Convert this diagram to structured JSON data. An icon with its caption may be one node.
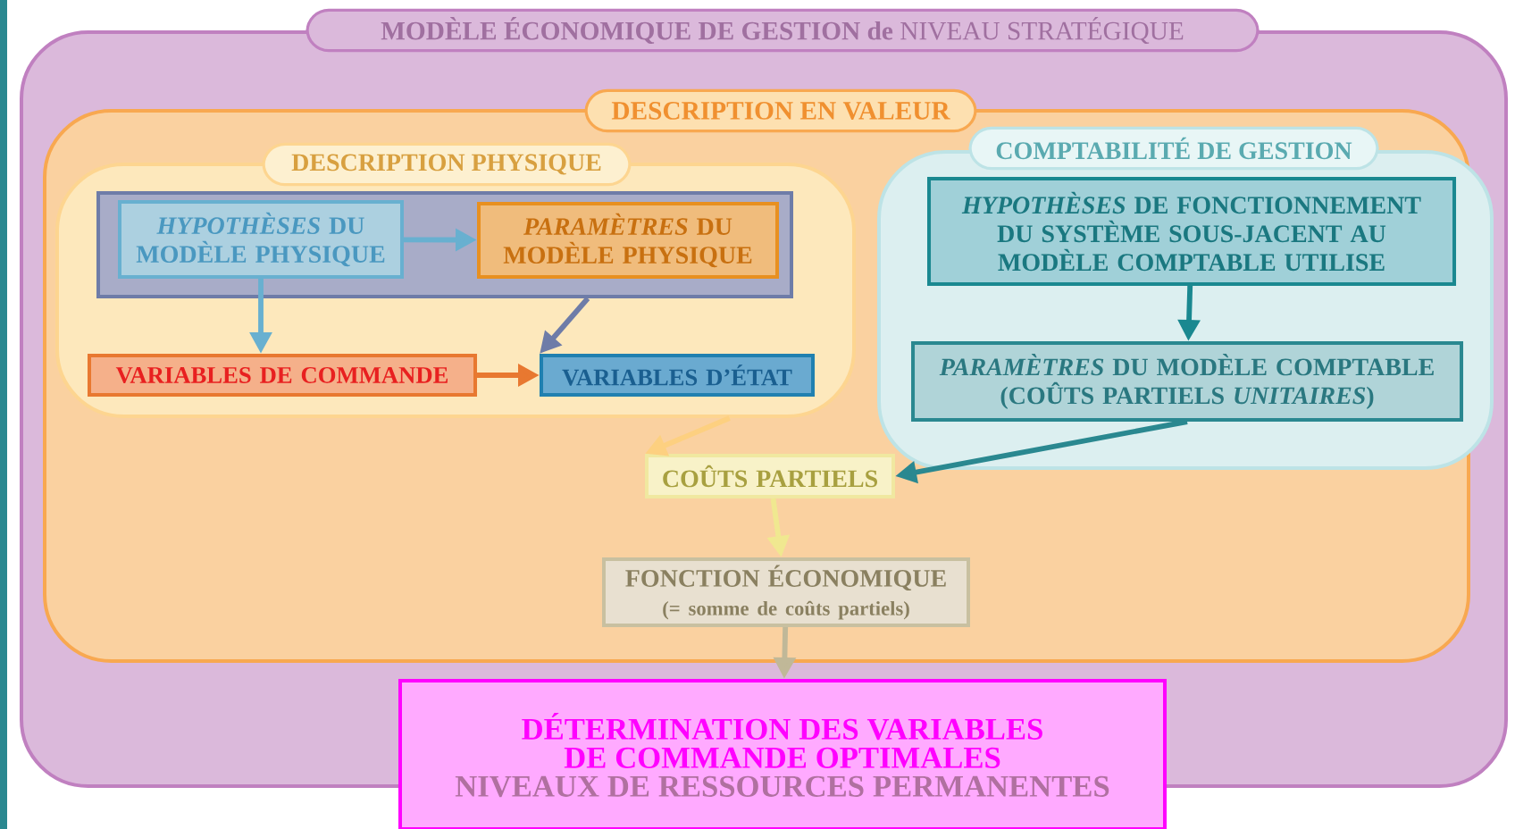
{
  "diagram": {
    "nodes": [
      {
        "text": [
          "**MODÈLE ÉCONOMIQUE DE GESTION de** NIVEAU STRATÉGIQUE"
        ]
      },
      {
        "text": [
          "DESCRIPTION EN VALEUR"
        ],
        "in": 0
      },
      {
        "text": [
          "DESCRIPTION PHYSIQUE"
        ],
        "in": 1
      },
      {
        "text": [],
        "shape": "box",
        "in": 2
      },
      {
        "text": [
          "*HYPOTHÈSES* DU MODÈLE PHYSIQUE"
        ],
        "in": 3
      },
      {
        "text": [
          "*PARAMÈTRES* DU MODÈLE PHYSIQUE"
        ],
        "in": 3
      },
      {
        "text": [
          "VARIABLES DE COMMANDE"
        ],
        "in": 2
      },
      {
        "text": [
          "VARIABLES D’ÉTAT"
        ],
        "in": 2
      },
      {
        "text": [
          "COMPTABILITÉ DE GESTION"
        ],
        "in": 1
      },
      {
        "text": [
          "*HYPOTHÈSES* DE FONCTIONNEMENT DU SYSTÈME SOUS-JACENT AU MODÈLE COMPTABLE UTILISE"
        ],
        "in": 8
      },
      {
        "text": [
          "*PARAMÈTRES* DU MODÈLE COMPTABLE (COÛTS PARTIELS *UNITAIRES*)"
        ],
        "in": 8
      },
      {
        "text": [
          "COÛTS PARTIELS"
        ],
        "in": 1
      },
      {
        "text": [
          "FONCTION ÉCONOMIQUE",
          "(= somme de coûts partiels)"
        ],
        "in": 1
      },
      {
        "text": [
          "DÉTERMINATION DES VARIABLES DE COMMANDE OPTIMALES",
          "NIVEAUX DE RESSOURCES PERMANENTES"
        ]
      }
    ],
    "edges": [
      {
        "from": 4,
        "to": 5,
        "arrow": "to",
        "color": "#68b0d0"
      },
      {
        "from": 4,
        "to": 6,
        "arrow": "to",
        "color": "#68b0d0"
      },
      {
        "from": 3,
        "to": 7,
        "arrow": "to",
        "color": "#6e7ca8"
      },
      {
        "from": 6,
        "to": 7,
        "arrow": "to",
        "color": "#e87830"
      },
      {
        "from": 2,
        "to": 11,
        "arrow": "to",
        "color": "#fdd080"
      },
      {
        "from": 9,
        "to": 10,
        "arrow": "to",
        "color": "#1a8890"
      },
      {
        "from": 10,
        "to": 11,
        "arrow": "to",
        "color": "#2a8890"
      },
      {
        "from": 11,
        "to": 12,
        "arrow": "to",
        "color": "#f0e890"
      },
      {
        "from": 12,
        "to": 13,
        "arrow": "to",
        "color": "#c0b898"
      }
    ]
  }
}
